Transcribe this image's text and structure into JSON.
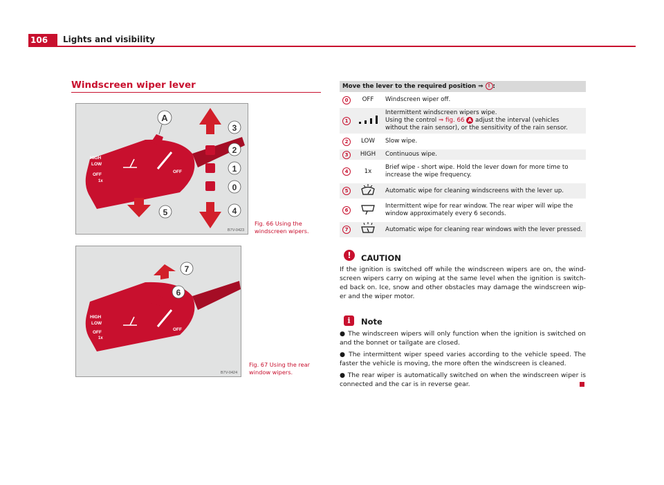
{
  "header": {
    "page_number": "106",
    "title": "Lights and visibility"
  },
  "section": {
    "title": "Windscreen wiper lever"
  },
  "figures": {
    "fig66": {
      "caption": "Fig. 66   Using the windscreen wipers.",
      "code": "B7V-0423",
      "callouts": [
        "A",
        "3",
        "2",
        "1",
        "0",
        "5",
        "4"
      ],
      "lever_labels": [
        "HIGH",
        "LOW",
        "OFF",
        "1x",
        "OFF"
      ]
    },
    "fig67": {
      "caption": "Fig. 67   Using the rear window wipers.",
      "code": "B7V-0424",
      "callouts": [
        "7",
        "6"
      ],
      "lever_labels": [
        "HIGH",
        "LOW",
        "OFF",
        "1x",
        "OFF"
      ]
    }
  },
  "table": {
    "header": "Move the lever to the required position",
    "header_ref_arrow": "⇒",
    "header_ref_symbol": "!",
    "header_ref_suffix": ":",
    "rows": [
      {
        "num": "0",
        "symbol": "OFF",
        "text": "Windscreen wiper off."
      },
      {
        "num": "1",
        "symbol_icon": "interval-bars-icon",
        "text_line1": "Intermittent windscreen wipers wipe.",
        "text_pre": "Using the control ",
        "ref": "⇒ fig. 66",
        "badge": "A",
        "text_post": " adjust the interval (vehicles without the rain sensor), or the sensitivity of the rain sensor."
      },
      {
        "num": "2",
        "symbol": "LOW",
        "text": "Slow wipe."
      },
      {
        "num": "3",
        "symbol": "HIGH",
        "text": "Continuous wipe."
      },
      {
        "num": "4",
        "symbol": "1x",
        "text": "Brief wipe - short wipe. Hold the lever down for more time to increase the wipe frequency."
      },
      {
        "num": "5",
        "symbol_icon": "windscreen-washer-icon",
        "text": "Automatic wipe for cleaning windscreens with the lever up."
      },
      {
        "num": "6",
        "symbol_icon": "rear-wiper-icon",
        "text": "Intermittent wipe for rear window. The rear wiper will wipe the window approximately every 6 seconds."
      },
      {
        "num": "7",
        "symbol_icon": "rear-washer-icon",
        "text": "Automatic wipe for cleaning rear windows with the lever pressed."
      }
    ]
  },
  "caution": {
    "icon": "!",
    "title": "CAUTION",
    "text": "If the ignition is switched off while the windscreen wipers are on, the wind-screen wipers carry on wiping at the same level when the ignition is switch-ed back on. Ice, snow and other obstacles may damage the windscreen wip-er and the wiper motor."
  },
  "note": {
    "icon": "i",
    "title": "Note",
    "bullet": "●",
    "items": [
      "The windscreen wipers will only function when the ignition is switched on and the bonnet or tailgate are closed.",
      "The intermittent wiper speed varies according to the vehicle speed. The faster the vehicle is moving, the more often the windscreen is cleaned.",
      "The rear wiper is automatically switched on when the windscreen wiper is connected and the car is in reverse gear."
    ]
  },
  "colors": {
    "accent": "#c8102e",
    "figure_bg": "#e1e2e2",
    "table_header_bg": "#d9d9d9",
    "table_shade_bg": "#efefef"
  }
}
